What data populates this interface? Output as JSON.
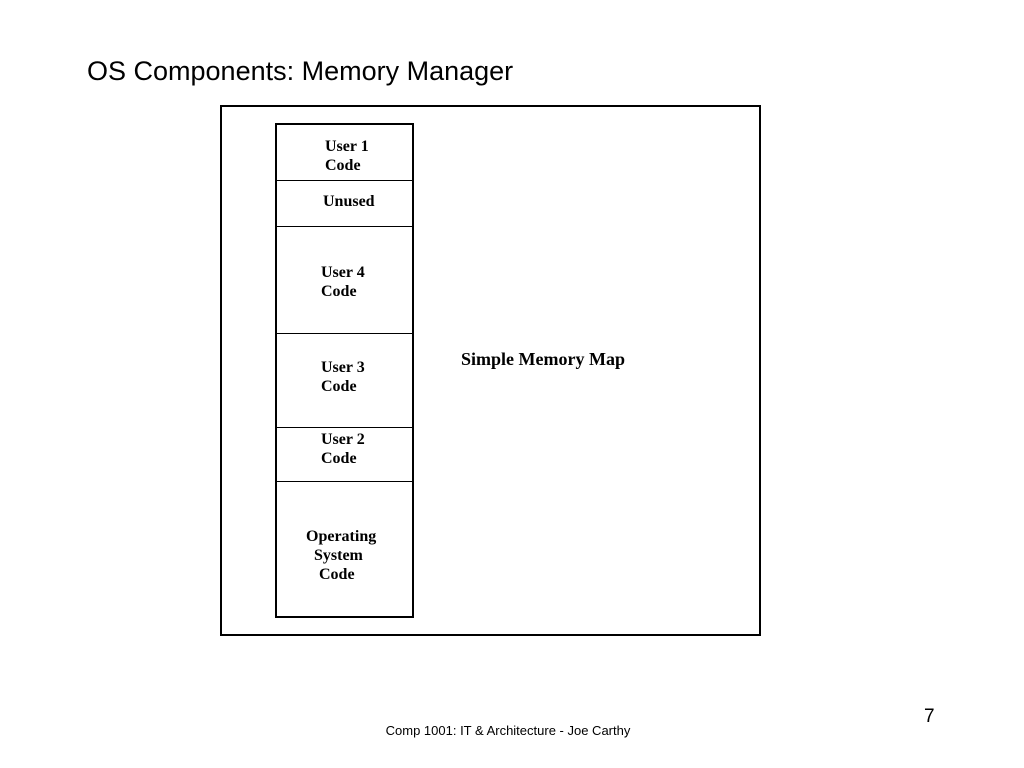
{
  "slide": {
    "title": "OS Components: Memory Manager",
    "page_number": "7",
    "footer": "Comp 1001: IT & Architecture - Joe Carthy"
  },
  "diagram": {
    "caption": "Simple Memory Map",
    "segments": [
      {
        "lines": [
          "User 1",
          "Code"
        ]
      },
      {
        "lines": [
          "Unused"
        ]
      },
      {
        "lines": [
          "User 4",
          "Code"
        ]
      },
      {
        "lines": [
          "User 3",
          "Code"
        ]
      },
      {
        "lines": [
          "User 2",
          "Code"
        ]
      },
      {
        "lines": [
          "Operating",
          "System",
          "Code"
        ]
      }
    ]
  }
}
